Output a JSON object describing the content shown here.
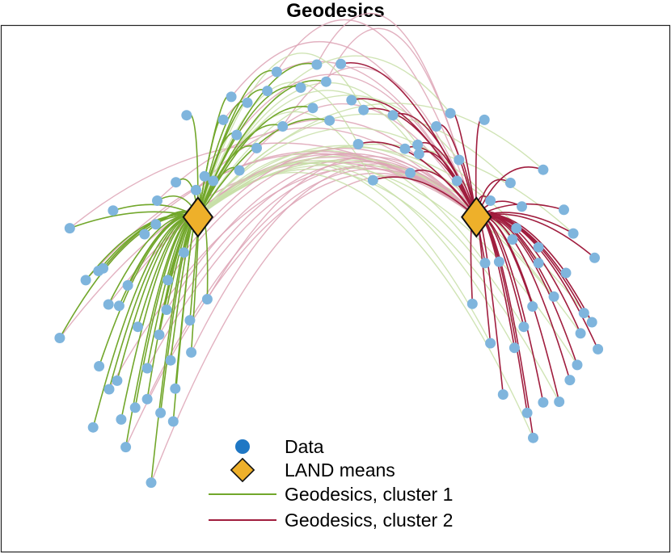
{
  "chart_data": {
    "type": "scatter",
    "title": "Geodesics",
    "xlabel": "",
    "ylabel": "",
    "xlim": [
      0,
      10
    ],
    "ylim": [
      0,
      8
    ],
    "grid": false,
    "axes_ticks": false,
    "legend_position": "bottom-center",
    "colors": {
      "data": "#7fb5dd",
      "data_legend": "#1f77c4",
      "land_mean": "#eeb02a",
      "cluster1": "#72a72b",
      "cluster1_faint": "#c8dfa8",
      "cluster2": "#a01d3e",
      "cluster2_faint": "#dda3b5"
    },
    "legend": [
      {
        "label": "Data",
        "marker": "circle"
      },
      {
        "label": "LAND means",
        "marker": "diamond"
      },
      {
        "label": "Geodesics, cluster 1",
        "marker": "line"
      },
      {
        "label": "Geodesics, cluster 2",
        "marker": "line"
      }
    ],
    "land_means": [
      {
        "x": 2.94,
        "y": 5.09
      },
      {
        "x": 7.11,
        "y": 5.09
      }
    ],
    "series": [
      {
        "name": "Data",
        "points": [
          [
            0.87,
            3.25
          ],
          [
            1.37,
            1.89
          ],
          [
            1.52,
            4.31
          ],
          [
            1.46,
            2.82
          ],
          [
            1.61,
            2.47
          ],
          [
            1.79,
            2.01
          ],
          [
            1.86,
            1.59
          ],
          [
            2.0,
            2.19
          ],
          [
            2.24,
            1.05
          ],
          [
            1.76,
            3.74
          ],
          [
            2.18,
            2.79
          ],
          [
            2.38,
            2.11
          ],
          [
            2.47,
            3.68
          ],
          [
            2.57,
            1.98
          ],
          [
            2.84,
            3.03
          ],
          [
            2.61,
            5.62
          ],
          [
            2.91,
            5.5
          ],
          [
            2.77,
            6.64
          ],
          [
            3.32,
            6.57
          ],
          [
            3.68,
            6.83
          ],
          [
            4.12,
            7.3
          ],
          [
            4.48,
            7.06
          ],
          [
            4.86,
            7.15
          ],
          [
            5.24,
            6.87
          ],
          [
            5.56,
            5.65
          ],
          [
            5.86,
            6.64
          ],
          [
            6.23,
            6.19
          ],
          [
            6.51,
            6.47
          ],
          [
            6.72,
            6.67
          ],
          [
            7.23,
            6.57
          ],
          [
            7.62,
            5.61
          ],
          [
            7.79,
            5.25
          ],
          [
            8.11,
            5.81
          ],
          [
            8.42,
            5.2
          ],
          [
            8.56,
            4.84
          ],
          [
            8.72,
            3.63
          ],
          [
            8.84,
            3.49
          ],
          [
            8.93,
            3.08
          ],
          [
            8.62,
            2.84
          ],
          [
            8.51,
            2.61
          ],
          [
            8.35,
            2.28
          ],
          [
            8.11,
            2.27
          ],
          [
            7.96,
            1.73
          ],
          [
            7.87,
            2.11
          ],
          [
            7.68,
            3.1
          ],
          [
            7.51,
            2.39
          ],
          [
            7.32,
            3.17
          ],
          [
            7.05,
            3.77
          ],
          [
            7.24,
            4.39
          ],
          [
            7.95,
            3.73
          ],
          [
            8.67,
            3.32
          ],
          [
            8.88,
            4.47
          ],
          [
            1.89,
            4.05
          ],
          [
            2.14,
            4.83
          ],
          [
            1.02,
            4.92
          ],
          [
            1.67,
            5.19
          ],
          [
            2.33,
            5.34
          ],
          [
            3.17,
            5.64
          ],
          [
            3.56,
            5.8
          ],
          [
            3.82,
            6.14
          ],
          [
            2.49,
            4.13
          ],
          [
            2.04,
            3.42
          ],
          [
            1.6,
            3.76
          ],
          [
            1.45,
            4.27
          ],
          [
            2.36,
            3.3
          ],
          [
            2.82,
            3.52
          ],
          [
            3.08,
            3.84
          ],
          [
            2.53,
            2.91
          ],
          [
            4.21,
            6.47
          ],
          [
            4.66,
            6.75
          ],
          [
            5.34,
            6.2
          ],
          [
            6.04,
            6.13
          ],
          [
            6.85,
            5.96
          ],
          [
            6.12,
            5.76
          ],
          [
            7.32,
            5.34
          ],
          [
            7.71,
            4.92
          ],
          [
            8.04,
            4.63
          ],
          [
            7.45,
            4.41
          ],
          [
            8.27,
            3.88
          ],
          [
            8.45,
            4.24
          ],
          [
            7.82,
            3.42
          ],
          [
            2.6,
            2.48
          ],
          [
            2.18,
            2.32
          ],
          [
            1.73,
            2.6
          ],
          [
            3.44,
            6.92
          ],
          [
            3.98,
            7.01
          ],
          [
            4.72,
            7.41
          ],
          [
            5.08,
            7.42
          ],
          [
            2.73,
            4.55
          ],
          [
            2.31,
            4.98
          ],
          [
            1.26,
            4.13
          ],
          [
            3.04,
            5.71
          ],
          [
            5.42,
            6.72
          ],
          [
            6.82,
            5.64
          ],
          [
            7.65,
            4.75
          ],
          [
            8.04,
            4.39
          ],
          [
            3.52,
            6.34
          ],
          [
            4.91,
            6.56
          ],
          [
            6.25,
            6.05
          ]
        ]
      },
      {
        "name": "Geodesics, cluster 1",
        "count": 96
      },
      {
        "name": "Geodesics, cluster 2",
        "count": 90
      }
    ]
  }
}
